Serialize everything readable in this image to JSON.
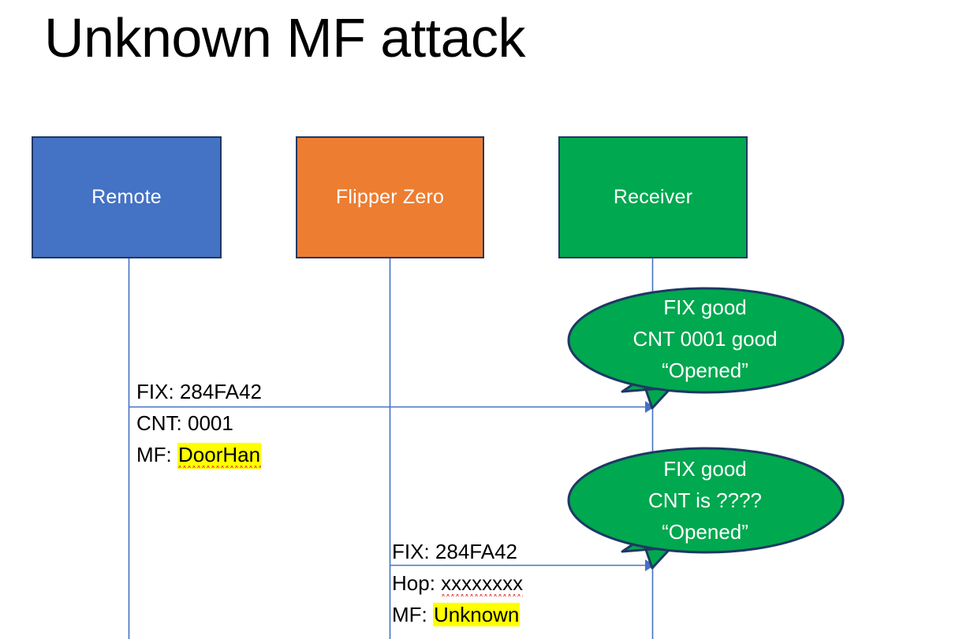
{
  "slide": {
    "title": "Unknown MF attack",
    "background": "#FFFFFF"
  },
  "colors": {
    "remote_fill": "#4472C4",
    "flipper_fill": "#ED7D31",
    "receiver_fill": "#00A84F",
    "box_border": "#1F3864",
    "lifeline": "#4472C4",
    "arrow": "#4472C4",
    "bubble_fill": "#00A84F",
    "bubble_border": "#1F3864",
    "highlight": "#FFFF00",
    "spellcheck_underline": "#E03030",
    "text_dark": "#000000",
    "text_light": "#FFFFFF"
  },
  "actors": [
    {
      "id": "remote",
      "label": "Remote"
    },
    {
      "id": "flipper",
      "label": "Flipper Zero"
    },
    {
      "id": "receiver",
      "label": "Receiver"
    }
  ],
  "messages": [
    {
      "id": "msg-1",
      "from": "remote",
      "to": "receiver",
      "lines": [
        {
          "prefix": "FIX: ",
          "value": "284FA42",
          "highlight": false,
          "spellcheck_error": false
        },
        {
          "prefix": "CNT: ",
          "value": "0001",
          "highlight": false,
          "spellcheck_error": false
        },
        {
          "prefix": "MF: ",
          "value": "DoorHan",
          "highlight": true,
          "spellcheck_error": true
        }
      ]
    },
    {
      "id": "msg-2",
      "from": "flipper",
      "to": "receiver",
      "lines": [
        {
          "prefix": "FIX: ",
          "value": "284FA42",
          "highlight": false,
          "spellcheck_error": false
        },
        {
          "prefix": "Hop: ",
          "value": "xxxxxxxx",
          "highlight": false,
          "spellcheck_error": true
        },
        {
          "prefix": "MF: ",
          "value": "Unknown",
          "highlight": true,
          "spellcheck_error": false
        }
      ]
    }
  ],
  "bubbles": [
    {
      "id": "bubble-1",
      "owner": "receiver",
      "lines": [
        "FIX good",
        "CNT 0001 good",
        "“Opened”"
      ]
    },
    {
      "id": "bubble-2",
      "owner": "receiver",
      "lines": [
        "FIX good",
        "CNT is ????",
        "“Opened”"
      ]
    }
  ]
}
